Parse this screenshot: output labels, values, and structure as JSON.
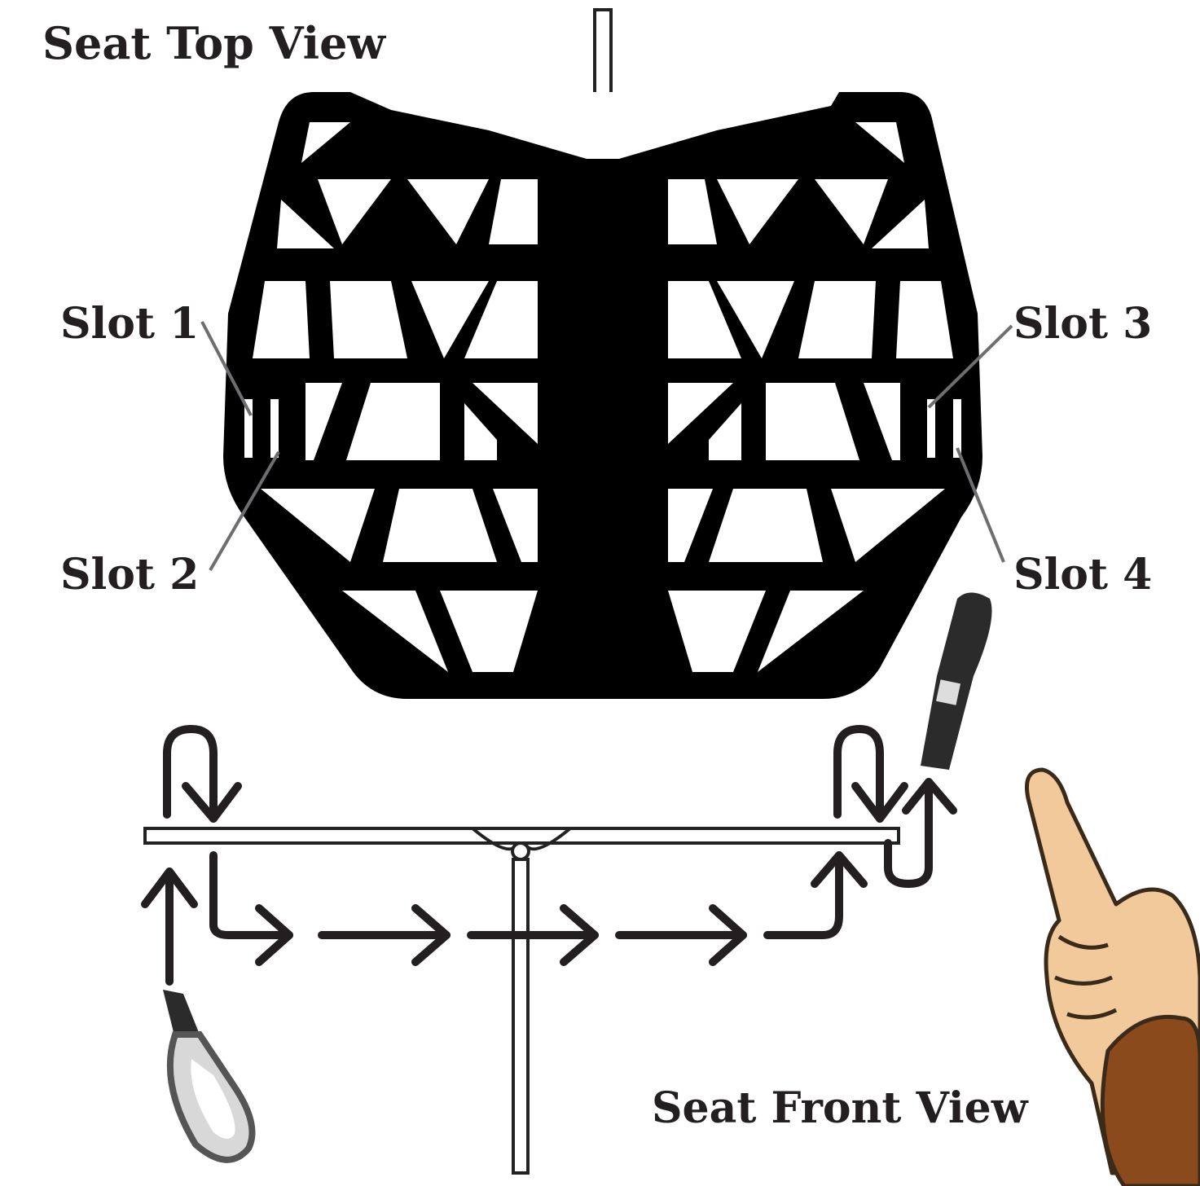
{
  "titles": {
    "top_view": "Seat Top View",
    "front_view": "Seat Front View"
  },
  "slots": {
    "slot1": "Slot 1",
    "slot2": "Slot 2",
    "slot3": "Slot 3",
    "slot4": "Slot 4"
  },
  "colors": {
    "seat": "#000000",
    "leader_line": "#6d6e71",
    "strap": "#2b2b2b",
    "hand": "#f2c99a",
    "cuff": "#8a4a1c"
  }
}
